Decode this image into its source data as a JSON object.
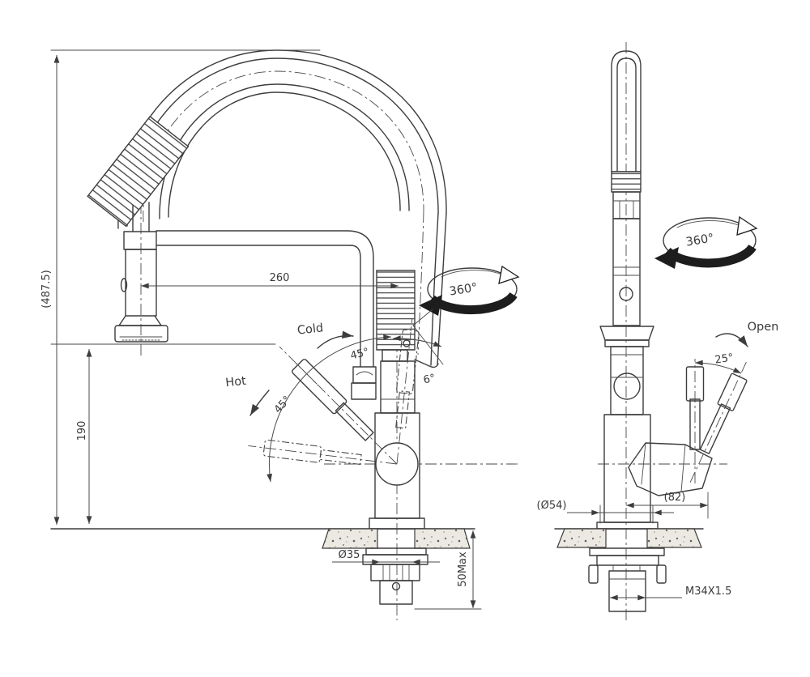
{
  "page": {
    "background": "#ffffff",
    "stroke_color": "#3d3d3d"
  },
  "drawing": {
    "front_view": {
      "dim_overall_height": "(487.5)",
      "dim_spray_height": "190",
      "dim_reach": "260",
      "rotation": "360°",
      "cold": "Cold",
      "hot": "Hot",
      "angle_cold": "45°",
      "angle_hot": "45°",
      "angle_tilt": "6°",
      "dim_hole": "Ø35",
      "dim_deck": "50Max"
    },
    "side_view": {
      "rotation": "360°",
      "open": "Open",
      "angle_open": "25°",
      "dim_base": "(Ø54)",
      "dim_handle": "(82)",
      "thread": "M34X1.5"
    }
  }
}
